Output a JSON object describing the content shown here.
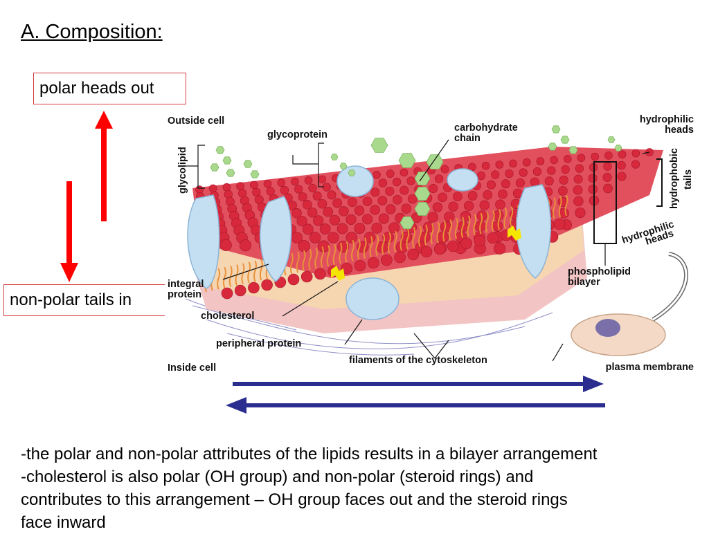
{
  "slide": {
    "title": "A. Composition:",
    "callout_heads": "polar heads out",
    "callout_tails": "non-polar tails in",
    "text_lines": [
      "-the polar and non-polar attributes of the lipids results in a bilayer arrangement",
      "-cholesterol is also polar (OH group) and non-polar (steroid rings) and",
      "contributes to this arrangement – OH group faces out and the steroid rings",
      "face inward"
    ]
  },
  "colors": {
    "arrow_red": "#ff0000",
    "arrow_blue": "#2b2d8f",
    "head_red": "#d8283c",
    "tail_orange": "#e8913a",
    "protein_blue": "#bcd9ef",
    "carb_green": "#a9d98c"
  },
  "diagram": {
    "labels": {
      "outside_cell": "Outside cell",
      "inside_cell": "Inside cell",
      "glycolipid": "glycolipid",
      "glycoprotein": "glycoprotein",
      "carbohydrate_line1": "carbohydrate",
      "carbohydrate_line2": "chain",
      "hydrophilic_top_line1": "hydrophilic",
      "hydrophilic_top_line2": "heads",
      "hydrophobic_line1": "hydrophobic",
      "hydrophobic_line2": "tails",
      "hydrophilic_bot_line1": "hydrophilic",
      "hydrophilic_bot_line2": "heads",
      "phospholipid_line1": "phospholipid",
      "phospholipid_line2": "bilayer",
      "integral_line1": "integral",
      "integral_line2": "protein",
      "cholesterol": "cholesterol",
      "peripheral": "peripheral protein",
      "filaments": "filaments of the cytoskeleton",
      "plasma_membrane": "plasma membrane"
    }
  }
}
